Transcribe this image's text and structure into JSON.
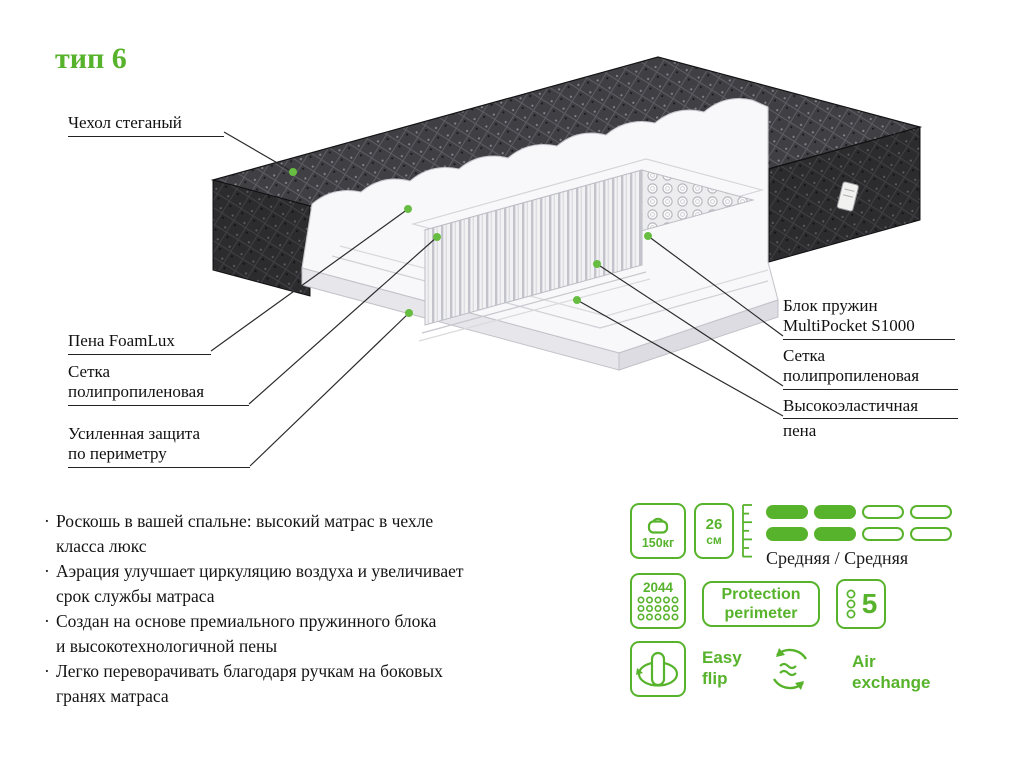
{
  "accent_color": "#58b32c",
  "title": "тип 6",
  "bullet_char": "·",
  "annotations": {
    "left": [
      {
        "lines": [
          "Чехол стеганый"
        ]
      },
      {
        "lines": [
          "Пена FoamLux"
        ]
      },
      {
        "lines": [
          "Сетка",
          "полипропиленовая"
        ]
      },
      {
        "lines": [
          "Усиленная защита",
          "по периметру"
        ]
      }
    ],
    "right": [
      {
        "lines": [
          "Блок пружин",
          "MultiPocket S1000"
        ]
      },
      {
        "lines": [
          "Сетка",
          "полипропиленовая"
        ]
      },
      {
        "lines": [
          "Высокоэластичная",
          "пена"
        ]
      }
    ]
  },
  "bullets": [
    {
      "line1": "Роскошь в вашей спальне: высокий матрас в чехле",
      "line2": "класса люкс"
    },
    {
      "line1": "Аэрация улучшает циркуляцию воздуха и увеличивает",
      "line2": "срок службы матраса"
    },
    {
      "line1": "Создан на основе премиального пружинного блока",
      "line2": "и высокотехнологичной пены"
    },
    {
      "line1": "Легко переворачивать благодаря ручкам на боковых",
      "line2": "гранях матраса"
    }
  ],
  "specs": {
    "weight": "150кг",
    "height_value": "26",
    "height_unit": "см",
    "firmness_label": "Средняя / Средняя",
    "firmness_rows": [
      [
        1,
        1,
        0,
        0
      ],
      [
        1,
        1,
        0,
        0
      ]
    ],
    "springs_count": "2044",
    "protection_line1": "Protection",
    "protection_line2": "perimeter",
    "warranty_years": "5",
    "flip_line1": "Easy",
    "flip_line2": "flip",
    "air_line1": "Air",
    "air_line2": "exchange"
  }
}
